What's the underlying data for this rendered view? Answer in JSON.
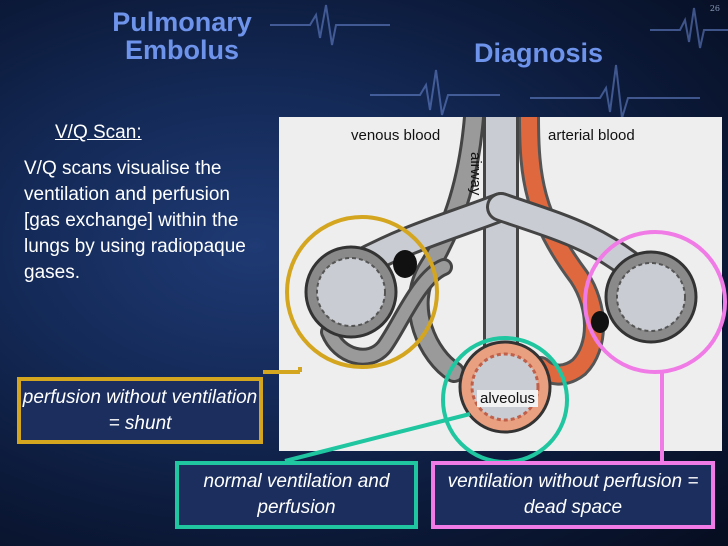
{
  "title": {
    "left": "Pulmonary Embolus",
    "right": "Diagnosis"
  },
  "slide_number": "26",
  "vq": {
    "heading": "V/Q Scan:",
    "body": "V/Q scans visualise the ventilation and perfusion [gas exchange] within the lungs by using radiopaque gases."
  },
  "diagram": {
    "labels": {
      "venous": "venous blood",
      "arterial": "arterial blood",
      "airway": "airway",
      "alveolus": "alveolus"
    }
  },
  "callouts": {
    "shunt": "perfusion without ventilation = shunt",
    "normal": "normal ventilation and perfusion",
    "dead_space": "ventilation without perfusion = dead space"
  },
  "colors": {
    "title": "#6e93ea",
    "shunt": "#d4a51f",
    "normal": "#1fc6a0",
    "dead_space": "#f07be6",
    "box_bg": "#1b2e5e"
  }
}
